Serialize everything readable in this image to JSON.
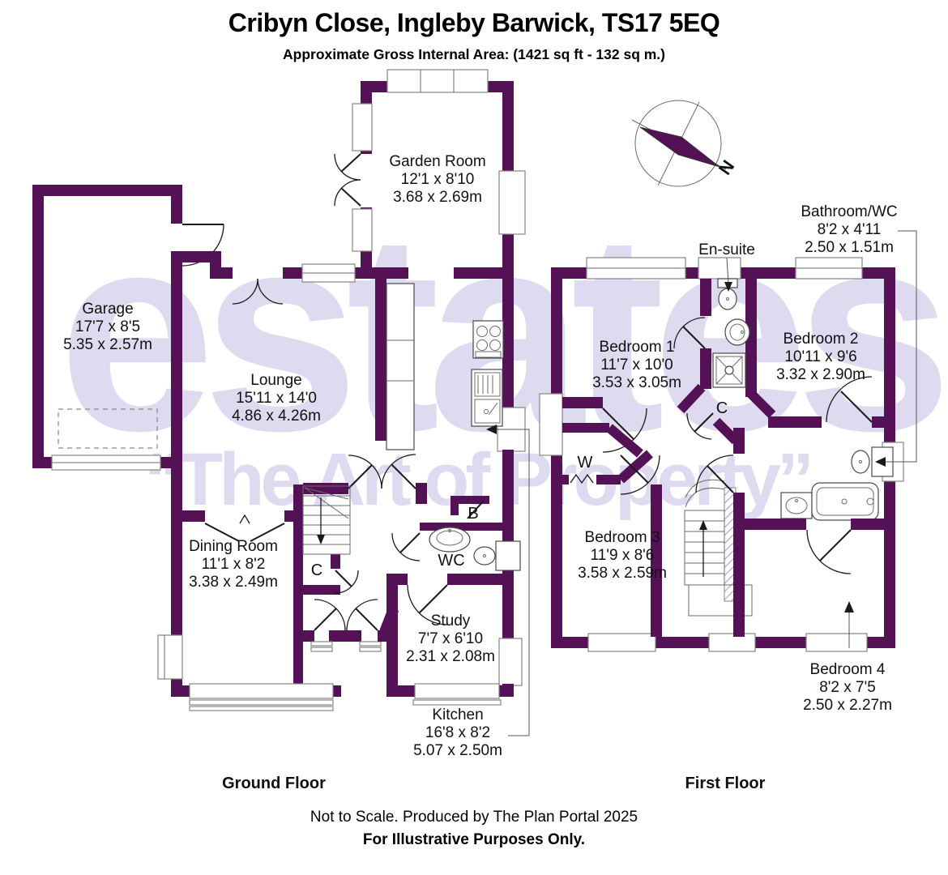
{
  "header": {
    "title": "Cribyn Close, Ingleby Barwick, TS17 5EQ",
    "subtitle": "Approximate Gross Internal Area: (1421 sq ft - 132 sq m.)"
  },
  "watermark": {
    "line1": "estates",
    "line2": "“The Art of Property”"
  },
  "compass": {
    "north_label": "N"
  },
  "ground_floor": {
    "label": "Ground Floor",
    "rooms": {
      "garage": {
        "name": "Garage",
        "imperial": "17'7 x 8'5",
        "metric": "5.35 x 2.57m"
      },
      "garden_room": {
        "name": "Garden Room",
        "imperial": "12'1 x 8'10",
        "metric": "3.68 x 2.69m"
      },
      "lounge": {
        "name": "Lounge",
        "imperial": "15'11 x 14'0",
        "metric": "4.86 x 4.26m"
      },
      "dining_room": {
        "name": "Dining Room",
        "imperial": "11'1 x 8'2",
        "metric": "3.38 x 2.49m"
      },
      "study": {
        "name": "Study",
        "imperial": "7'7 x 6'10",
        "metric": "2.31 x 2.08m"
      },
      "kitchen": {
        "name": "Kitchen",
        "imperial": "16'8 x 8'2",
        "metric": "5.07 x 2.50m"
      },
      "wc": {
        "name": "WC"
      },
      "boiler": {
        "name": "B"
      },
      "cupboard": {
        "name": "C"
      }
    }
  },
  "first_floor": {
    "label": "First Floor",
    "rooms": {
      "bedroom1": {
        "name": "Bedroom 1",
        "imperial": "11'7 x 10'0",
        "metric": "3.53 x 3.05m"
      },
      "bedroom2": {
        "name": "Bedroom 2",
        "imperial": "10'11 x 9'6",
        "metric": "3.32 x 2.90m"
      },
      "bedroom3": {
        "name": "Bedroom 3",
        "imperial": "11'9 x 8'6",
        "metric": "3.58 x 2.59m"
      },
      "bedroom4": {
        "name": "Bedroom 4",
        "imperial": "8'2 x 7'5",
        "metric": "2.50 x 2.27m"
      },
      "bathroom_wc": {
        "name": "Bathroom/WC",
        "imperial": "8'2 x 4'11",
        "metric": "2.50 x 1.51m"
      },
      "ensuite": {
        "name": "En-suite"
      },
      "wardrobe": {
        "name": "W"
      },
      "cupboard": {
        "name": "C"
      }
    }
  },
  "footer": {
    "line1": "Not to Scale. Produced by The Plan Portal 2025",
    "line2": "For Illustrative Purposes Only."
  },
  "colors": {
    "wall": "#541156",
    "watermark": "#dedaf0"
  }
}
